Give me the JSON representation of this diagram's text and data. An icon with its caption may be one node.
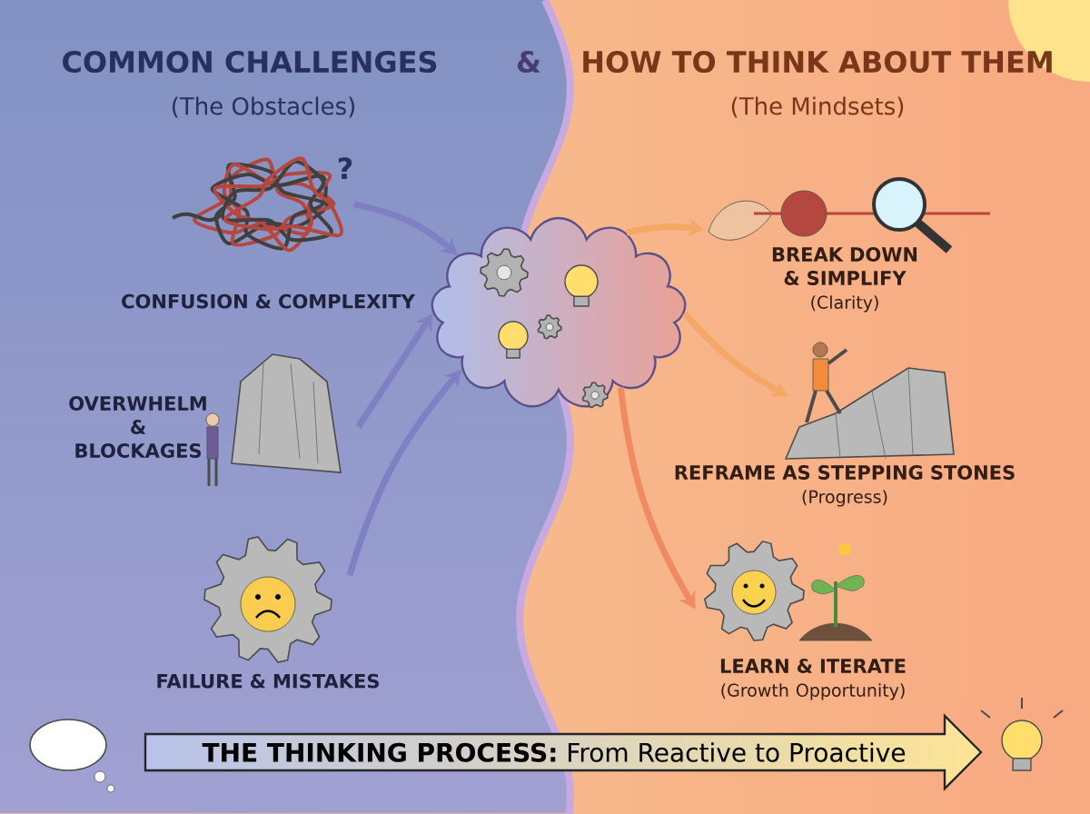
{
  "diagram": {
    "nodes": [
      {
        "text": [
          "CONFUSION & COMPLEXITY"
        ]
      },
      {
        "text": [
          "OVERWHELM & BLOCKAGES"
        ]
      },
      {
        "text": [
          "FAILURE & MISTAKES"
        ]
      },
      {
        "text": [],
        "shape": "picture"
      },
      {
        "text": [
          "BREAK DOWN & SIMPLIFY",
          "(Clarity)"
        ]
      },
      {
        "text": [
          "REFRAME AS STEPPING STONES",
          "(Progress)"
        ]
      },
      {
        "text": [
          "LEARN & ITERATE",
          "(Growth Opportunity)"
        ]
      },
      {
        "text": [
          "**THE THINKING PROCESS:** From Reactive to Proactive"
        ]
      }
    ],
    "edges": [
      {
        "from": 0,
        "to": 3,
        "arrow": "to",
        "color": "#7f80c4"
      },
      {
        "from": 1,
        "to": 3,
        "arrow": "to",
        "color": "#7f80c4"
      },
      {
        "from": 2,
        "to": 3,
        "arrow": "to",
        "color": "#7f80c4"
      },
      {
        "from": 3,
        "to": 4,
        "arrow": "to",
        "color": "#f5a766"
      },
      {
        "from": 3,
        "to": 5,
        "arrow": "to",
        "color": "#f5a766"
      },
      {
        "from": 3,
        "to": 6,
        "arrow": "to",
        "color": "#f08a60"
      }
    ],
    "labels": [
      "COMMON CHALLENGES",
      "&",
      "HOW TO THINK ABOUT THEM",
      "(The Obstacles)",
      "(The Mindsets)",
      "?"
    ]
  }
}
